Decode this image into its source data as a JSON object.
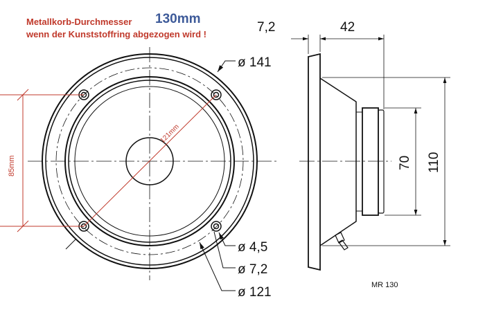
{
  "annotation": {
    "line1": "Metallkorb-Durchmesser",
    "highlight": "130mm",
    "line2": "wenn der Kunststoffring abgezogen wird !"
  },
  "front_view": {
    "dim_outer": "ø 141",
    "dim_hole": "ø 4,5",
    "dim_hole_ring": "ø 7,2",
    "dim_pitch": "ø 121",
    "red_diag": "121mm",
    "red_vertical": "85mm"
  },
  "side_view": {
    "dim_flange": "7,2",
    "dim_depth": "42",
    "dim_magnet": "70",
    "dim_basket": "110",
    "model": "MR 130"
  },
  "colors": {
    "red": "#c0392b",
    "blue": "#3d5a99"
  }
}
